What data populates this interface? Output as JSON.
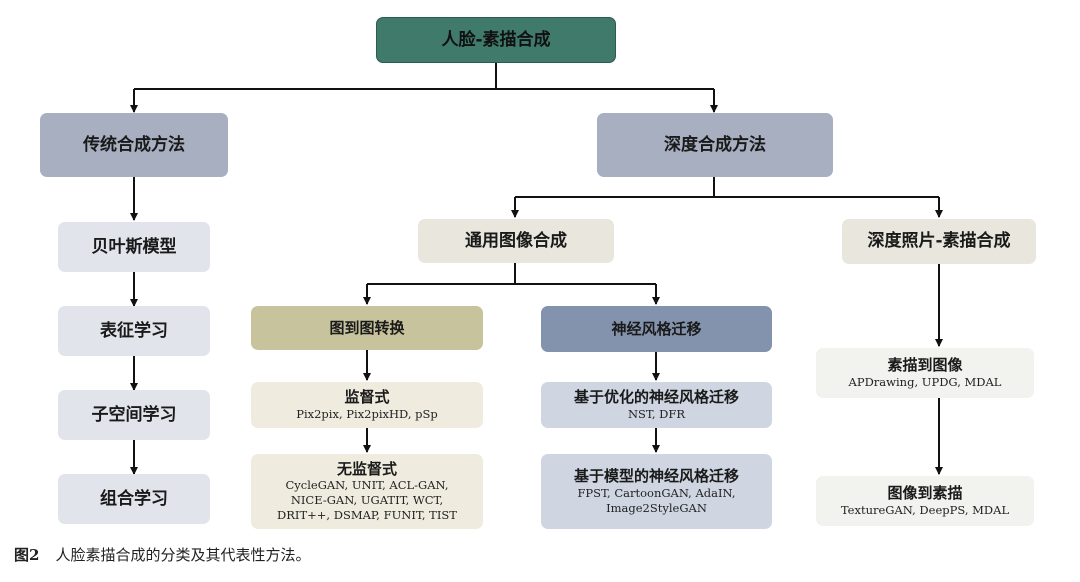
{
  "root": "人脸-素描合成",
  "traditional": {
    "title": "传统合成方法",
    "items": [
      "贝叶斯模型",
      "表征学习",
      "子空间学习",
      "组合学习"
    ]
  },
  "deep": {
    "title": "深度合成方法",
    "general": {
      "title": "通用图像合成",
      "image_to_image": {
        "title": "图到图转换",
        "supervised": {
          "title": "监督式",
          "methods": "Pix2pix, Pix2pixHD, pSp"
        },
        "unsupervised": {
          "title": "无监督式",
          "methods": [
            "CycleGAN, UNIT, ACL-GAN,",
            "NICE-GAN, UGATIT, WCT,",
            "DRIT++, DSMAP, FUNIT, TIST"
          ]
        }
      },
      "style_transfer": {
        "title": "神经风格迁移",
        "optimization": {
          "title": "基于优化的神经风格迁移",
          "methods": "NST, DFR"
        },
        "model": {
          "title": "基于模型的神经风格迁移",
          "methods": [
            "FPST, CartoonGAN, AdaIN,",
            "Image2StyleGAN"
          ]
        }
      }
    },
    "sketch": {
      "title": "深度照片-素描合成",
      "sketch_to_image": {
        "title": "素描到图像",
        "methods": "APDrawing, UPDG, MDAL"
      },
      "image_to_sketch": {
        "title": "图像到素描",
        "methods": "TextureGAN, DeepPS, MDAL"
      }
    }
  },
  "caption": {
    "number": "图2",
    "text": "人脸素描合成的分类及其代表性方法。"
  },
  "colors": {
    "root": "#3f7a6b",
    "level1": "#a7afc1",
    "traditional_item": "#e1e4eb",
    "level2": "#e9e7dd",
    "image_to_image": "#c7c39c",
    "style_transfer": "#8493ad",
    "connector": "#111111"
  }
}
